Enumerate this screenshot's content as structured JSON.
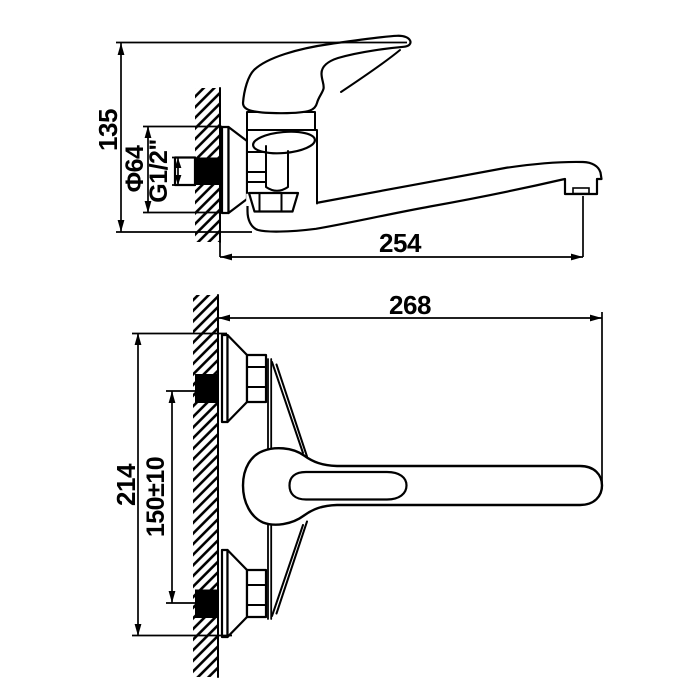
{
  "page": {
    "background": "#ffffff",
    "ink": "#000000"
  },
  "drawing": {
    "subject": "wall-mounted single-lever sink mixer faucet, two-view technical drawing",
    "views": {
      "side_view": {
        "dimensions": {
          "overall_height": "135",
          "escutcheon_diameter": "Φ64",
          "connection_thread": "G1/2\"",
          "spout_reach": "254"
        }
      },
      "plan_view": {
        "dimensions": {
          "overall_length": "268",
          "overall_depth": "214",
          "mounting_centers": "150±10"
        }
      }
    }
  }
}
